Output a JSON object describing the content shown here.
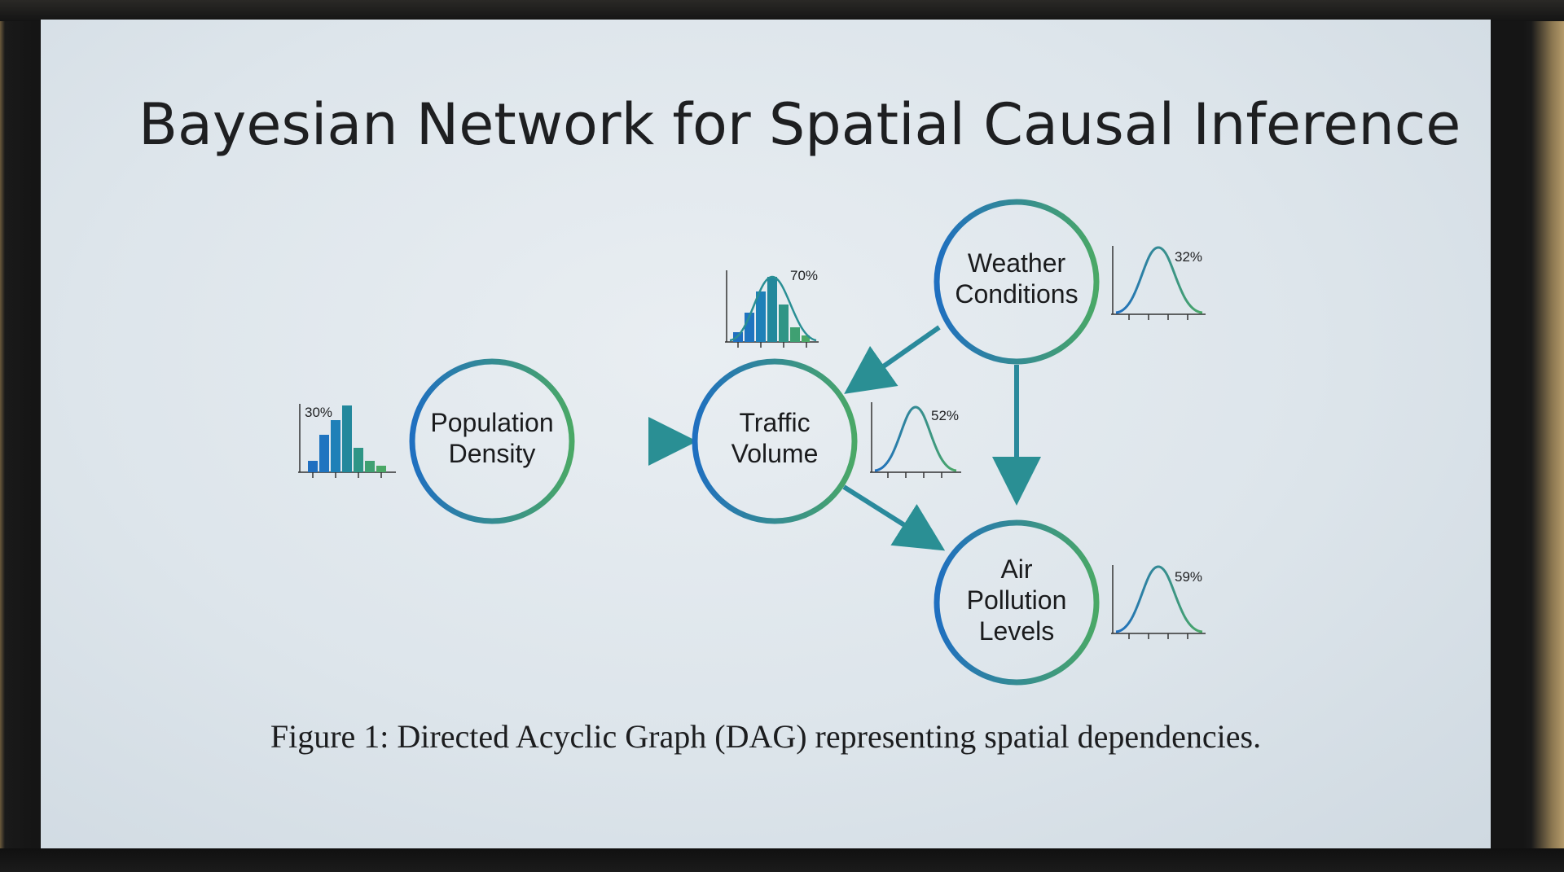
{
  "slide": {
    "title": "Bayesian Network for Spatial Causal Inference",
    "caption": "Figure 1: Directed Acyclic Graph (DAG) representing spatial dependencies."
  },
  "nodes": [
    {
      "id": "population",
      "lines": [
        "Population",
        "Density"
      ],
      "percent": "30%",
      "chart": "histogram"
    },
    {
      "id": "traffic",
      "lines": [
        "Traffic",
        "Volume"
      ],
      "percent": "52%",
      "chart": "bell",
      "hist_percent": "70%"
    },
    {
      "id": "weather",
      "lines": [
        "Weather",
        "Conditions"
      ],
      "percent": "32%",
      "chart": "bell"
    },
    {
      "id": "pollution",
      "lines": [
        "Air",
        "Pollution",
        "Levels"
      ],
      "percent": "59%",
      "chart": "bell"
    }
  ],
  "edges": [
    {
      "from": "population",
      "to": "traffic"
    },
    {
      "from": "weather",
      "to": "traffic"
    },
    {
      "from": "weather",
      "to": "pollution"
    },
    {
      "from": "traffic",
      "to": "pollution"
    }
  ],
  "colors": {
    "node_blue": "#1f6fc0",
    "node_green": "#4aa866",
    "arrow": "#2a8f94"
  }
}
